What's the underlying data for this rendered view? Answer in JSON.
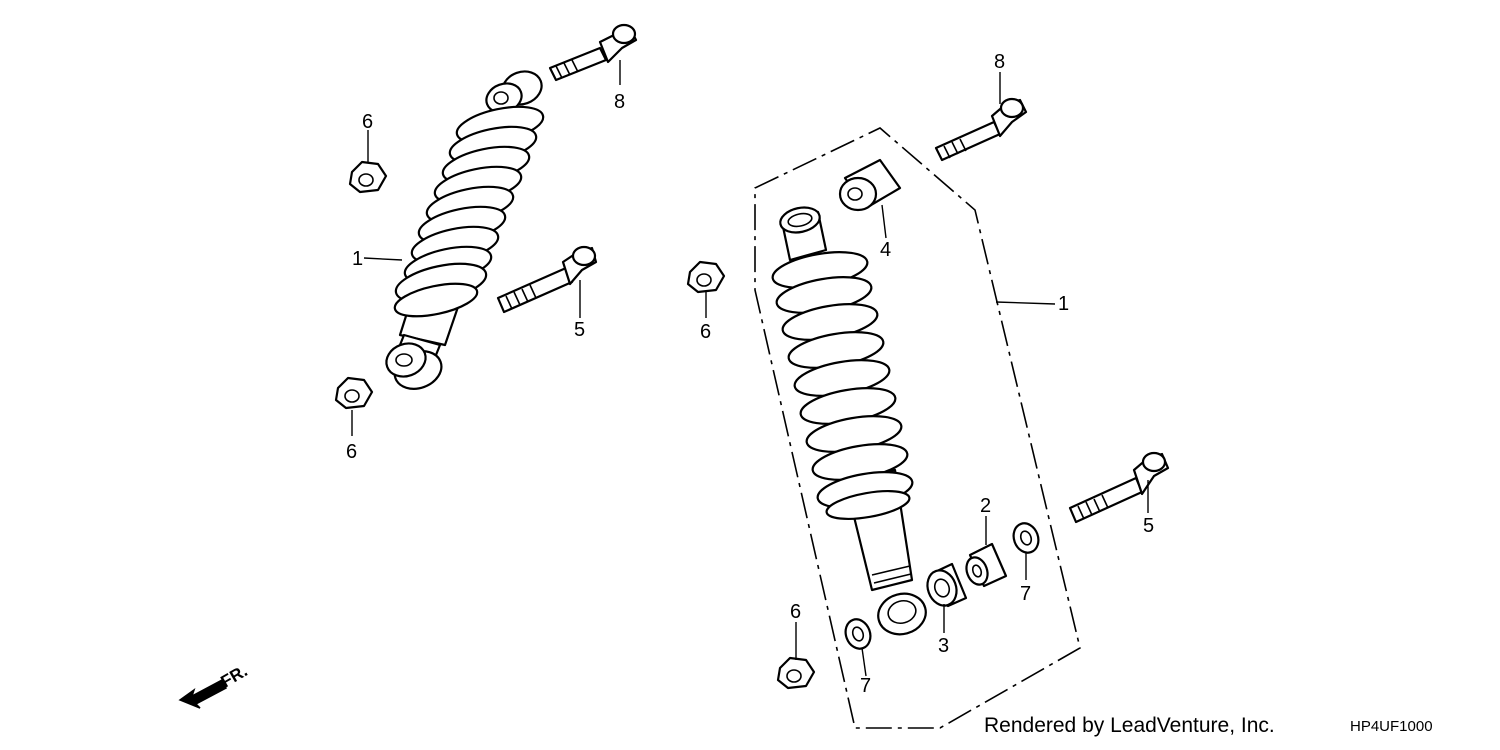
{
  "callouts": {
    "left_1": "1",
    "left_5": "5",
    "left_6_upper": "6",
    "left_6_lower": "6",
    "left_8": "8",
    "right_1": "1",
    "right_2": "2",
    "right_3": "3",
    "right_4": "4",
    "right_5": "5",
    "right_6_upper": "6",
    "right_6_lower": "6",
    "right_7_a": "7",
    "right_7_b": "7",
    "right_8": "8"
  },
  "direction_label": "FR.",
  "credit": "Rendered by LeadVenture, Inc.",
  "diagram_code": "HP4UF1000"
}
